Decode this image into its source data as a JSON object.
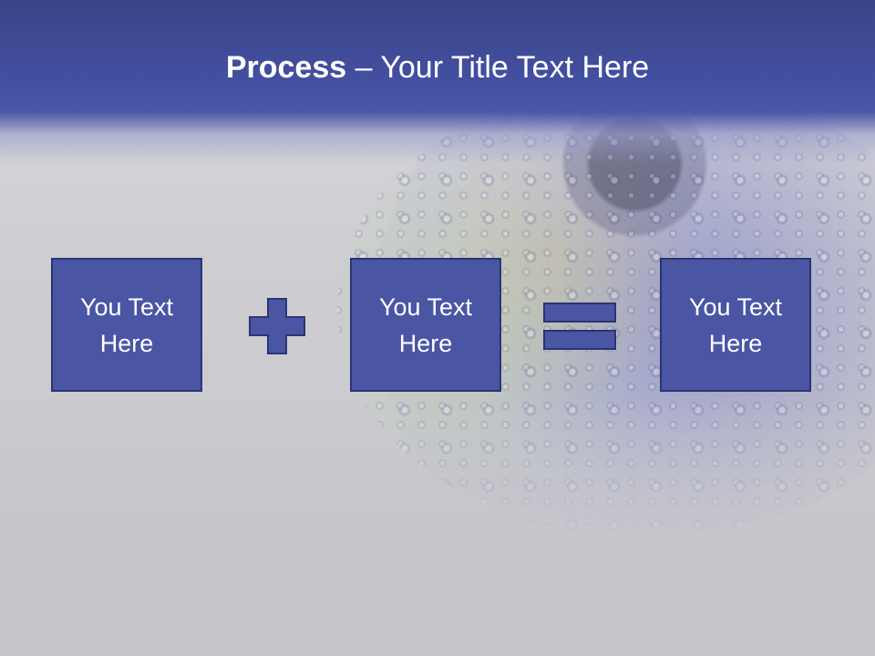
{
  "slide": {
    "title_bold": "Process",
    "title_rest": " – Your Title Text Here",
    "boxes": [
      {
        "text": "You Text Here"
      },
      {
        "text": "You Text Here"
      },
      {
        "text": "You Text Here"
      }
    ],
    "operators": [
      "plus-icon",
      "equals-icon"
    ]
  },
  "colors": {
    "header": "#4451a3",
    "box_fill": "#4a55a4",
    "box_border": "#2c3570",
    "background": "#c6c6cb",
    "text": "#ffffff"
  }
}
